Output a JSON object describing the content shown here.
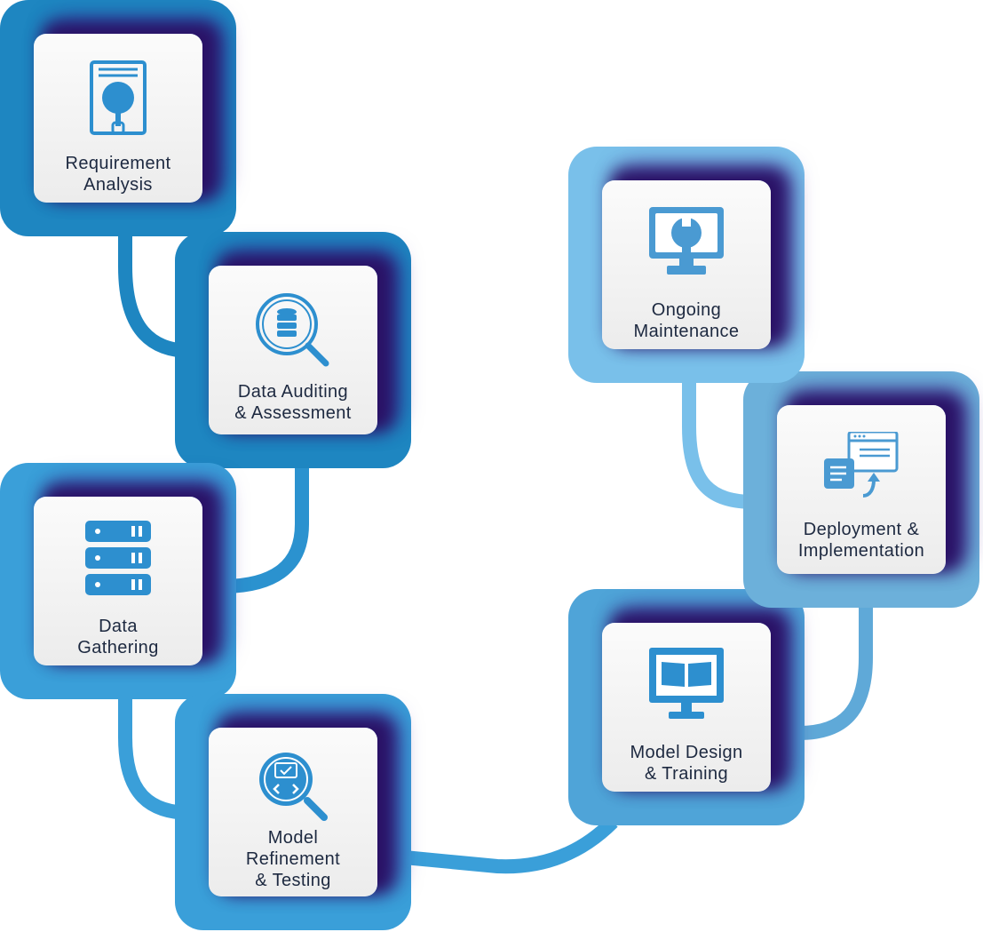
{
  "colors": {
    "dark_blue": "#1e86c1",
    "mid_blue": "#3a9fd9",
    "light_blue": "#79c0ea",
    "steel_blue": "#6cb0da",
    "icon_blue": "#2d8fcf",
    "text": "#1d2940"
  },
  "steps": [
    {
      "label": "Requirement\nAnalysis",
      "icon": "document-search-icon"
    },
    {
      "label": "Data Auditing\n& Assessment",
      "icon": "database-search-icon"
    },
    {
      "label": "Data\nGathering",
      "icon": "server-icon"
    },
    {
      "label": "Model\nRefinement\n& Testing",
      "icon": "code-search-icon"
    },
    {
      "label": "Model Design\n& Training",
      "icon": "monitor-book-icon"
    },
    {
      "label": "Deployment &\nImplementation",
      "icon": "deploy-window-icon"
    },
    {
      "label": "Ongoing\nMaintenance",
      "icon": "monitor-wrench-icon"
    }
  ]
}
